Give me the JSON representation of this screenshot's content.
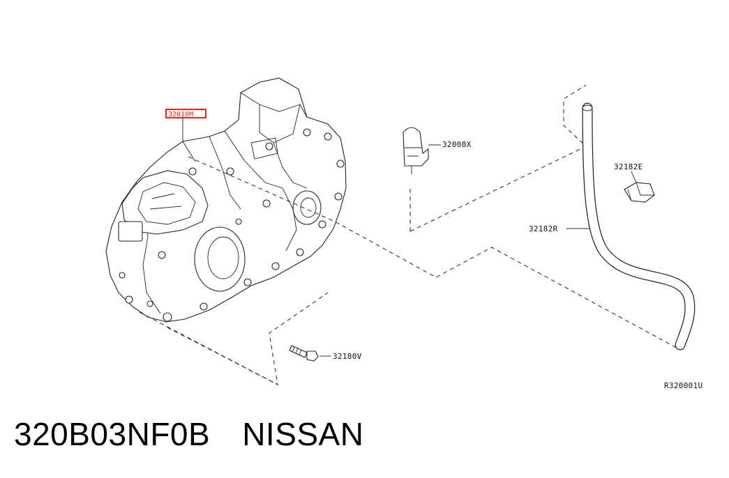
{
  "diagram": {
    "callouts": {
      "highlighted": "32010M",
      "connector": "32008X",
      "clip": "32182E",
      "hose": "32182R",
      "bolt": "32180V"
    },
    "reference_code": "R320001U",
    "highlight_color": "#e0261b"
  },
  "caption": {
    "part_number": "320B03NF0B",
    "brand": "NISSAN"
  }
}
